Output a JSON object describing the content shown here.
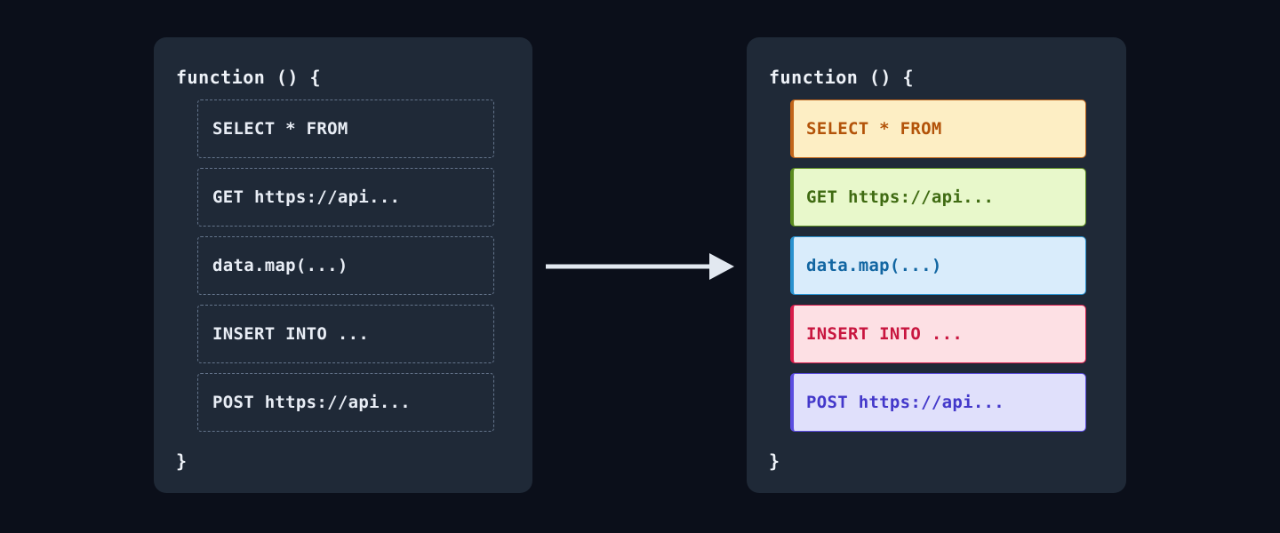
{
  "background_colors": {
    "page": "#0b0f1a",
    "panel": "#1f2937",
    "arrow": "#e2e8f0",
    "dashed_border": "#64748b",
    "code_text": "#eef2f8"
  },
  "left_panel": {
    "name": "unclassified-code-panel",
    "function_open": "function () {",
    "function_close": "}",
    "rows": [
      {
        "text": "SELECT * FROM"
      },
      {
        "text": "GET https://api..."
      },
      {
        "text": "data.map(...)"
      },
      {
        "text": "INSERT INTO ..."
      },
      {
        "text": "POST https://api..."
      }
    ]
  },
  "arrow": {
    "name": "transform-arrow",
    "direction": "right"
  },
  "right_panel": {
    "name": "classified-code-panel",
    "function_open": "function () {",
    "function_close": "}",
    "rows": [
      {
        "text": "SELECT * FROM",
        "category": "sql-select",
        "bg": "#fdeec4",
        "fg": "#b35309",
        "accent": "#c2651a"
      },
      {
        "text": "GET https://api...",
        "category": "http-get",
        "bg": "#e8f8cb",
        "fg": "#3f6b12",
        "accent": "#5b8c1f"
      },
      {
        "text": "data.map(...)",
        "category": "js-map",
        "bg": "#d9ecfb",
        "fg": "#1266a2",
        "accent": "#2a92cf"
      },
      {
        "text": "INSERT INTO ...",
        "category": "sql-insert",
        "bg": "#fde0e4",
        "fg": "#c8163f",
        "accent": "#d81b4a"
      },
      {
        "text": "POST https://api...",
        "category": "http-post",
        "bg": "#e0e0fb",
        "fg": "#4338ca",
        "accent": "#5b4de0"
      }
    ]
  }
}
